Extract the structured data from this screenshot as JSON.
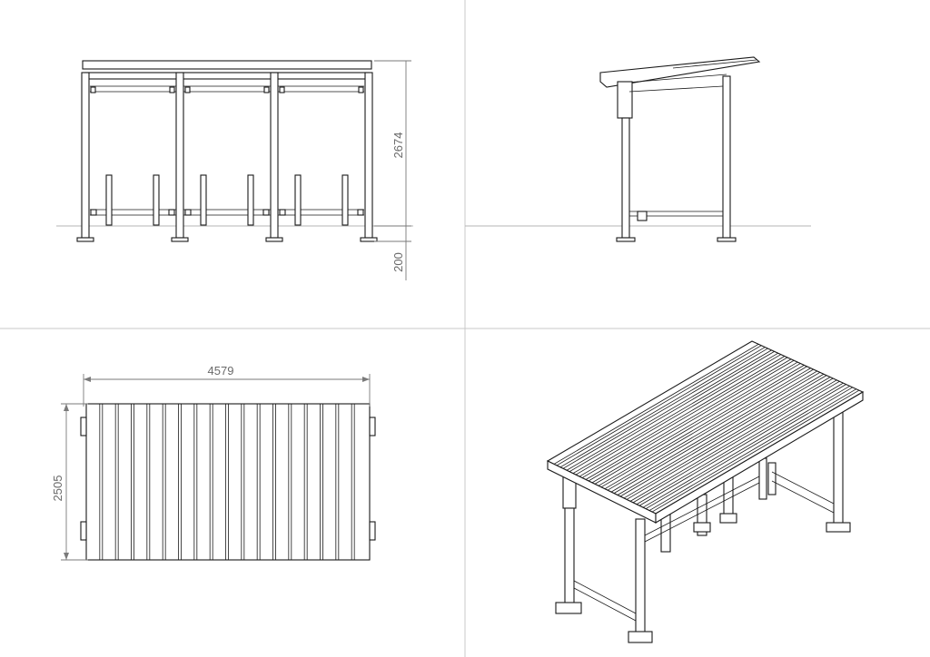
{
  "drawing": {
    "dimensions": {
      "height": "2674",
      "base": "200",
      "width": "4579",
      "depth": "2505"
    },
    "views": {
      "front_bays": 3,
      "plan_slats": 18,
      "iso_slats": 17
    }
  }
}
